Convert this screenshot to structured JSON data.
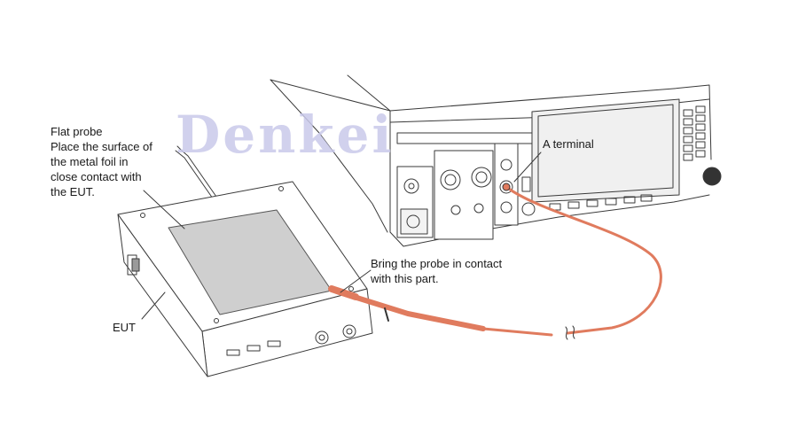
{
  "watermark": {
    "text": "Denkei",
    "color": "#c9c9ea"
  },
  "labels": {
    "flat_probe": [
      "Flat probe",
      "Place the surface of",
      "the metal foil in",
      "close contact with",
      "the EUT."
    ],
    "a_terminal": "A terminal",
    "bring_probe": [
      "Bring the probe in contact",
      "with this part."
    ],
    "eut": "EUT"
  },
  "colors": {
    "line": "#3a3a3a",
    "foil": "#cfcfcf",
    "probe_cable": "#e07b5e",
    "screen": "#f0f0f0"
  }
}
